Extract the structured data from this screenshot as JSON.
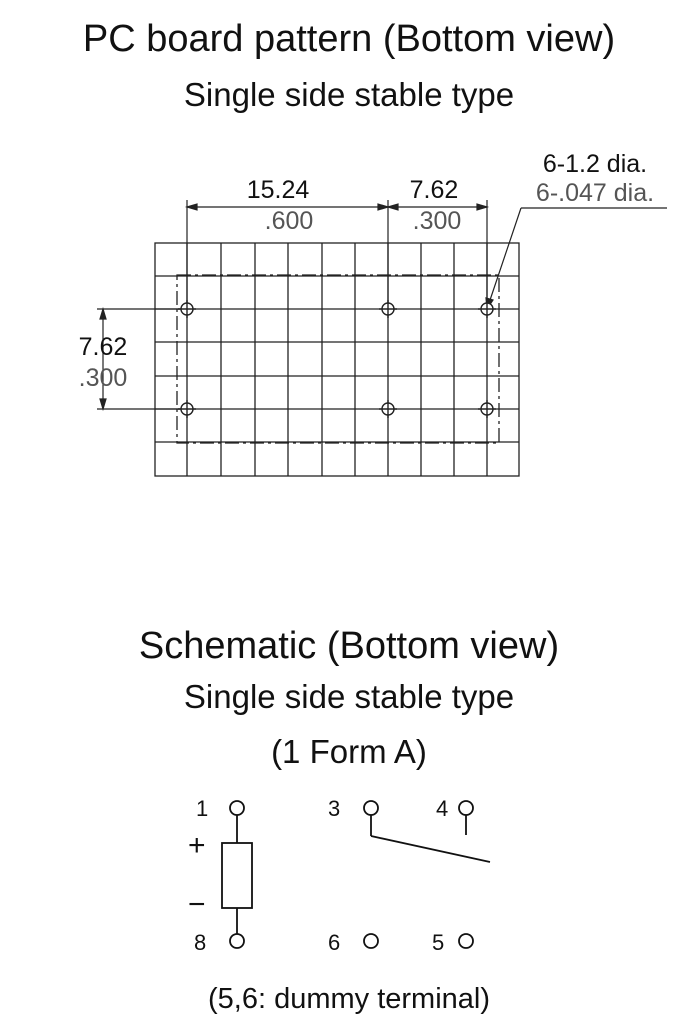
{
  "pcb": {
    "title": "PC board pattern (Bottom view)",
    "subtitle": "Single side stable type",
    "dims": {
      "horizontal_long_mm": "15.24",
      "horizontal_long_in": ".600",
      "horizontal_short_mm": "7.62",
      "horizontal_short_in": ".300",
      "vertical_mm": "7.62",
      "vertical_in": ".300",
      "hole_mm": "6-1.2 dia.",
      "hole_in": "6-.047 dia."
    }
  },
  "schematic": {
    "title": "Schematic (Bottom view)",
    "subtitle": "Single side stable type",
    "form": "(1 Form A)",
    "terminals": {
      "t1": "1",
      "t3": "3",
      "t4": "4",
      "t8": "8",
      "t6": "6",
      "t5": "5"
    },
    "plus": "+",
    "minus": "−",
    "note": "(5,6: dummy terminal)"
  },
  "colors": {
    "ink": "#111111",
    "gray_text": "#555555"
  }
}
